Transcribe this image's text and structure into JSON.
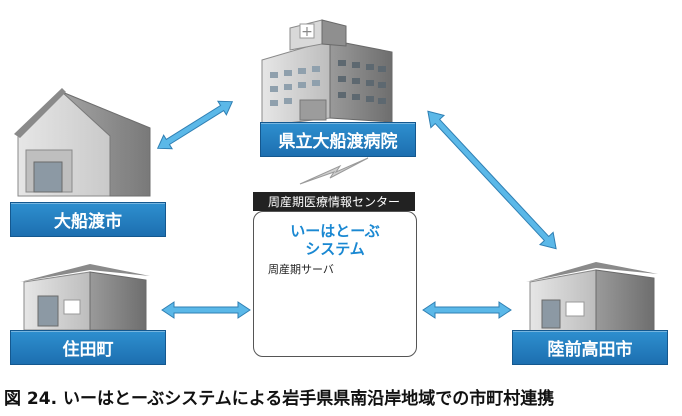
{
  "nodes": {
    "hospital": "県立大船渡病院",
    "ofunato": "大船渡市",
    "sumita": "住田町",
    "rikuzentakata": "陸前高田市"
  },
  "center": {
    "title": "周産期医療情報センター",
    "system_line1": "いーはとーぶ",
    "system_line2": "システム",
    "server_label": "周産期サーバ"
  },
  "caption": "図 24.  いーはとーぶシステムによる岩手県県南沿岸地域での市町村連携",
  "colors": {
    "label_blue": "#1d6fb0",
    "arrow_blue": "#5bb8e8",
    "system_text": "#1a88d2"
  }
}
